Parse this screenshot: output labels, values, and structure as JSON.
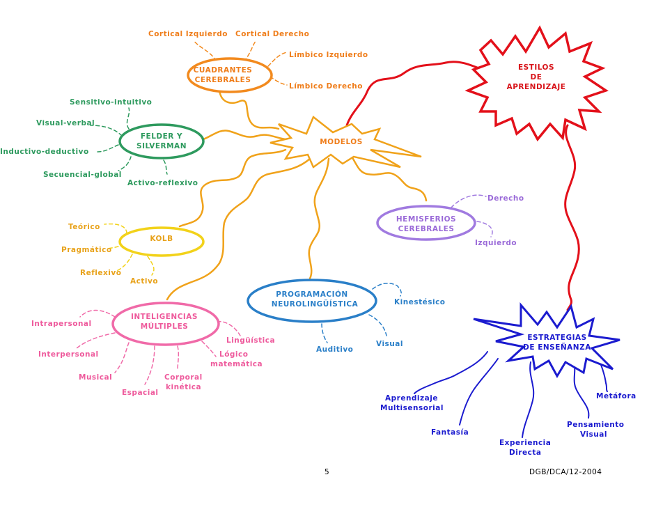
{
  "colors": {
    "orange": "#f28a1e",
    "orange_text": "#ef7d1a",
    "red": "#e3101a",
    "red_text": "#d8141a",
    "green": "#2e9a5e",
    "green_text": "#2e9a5e",
    "yellow": "#f2d21a",
    "yellow_text": "#e8a21a",
    "pink": "#f06aa8",
    "pink_text": "#ee5a9c",
    "blue": "#2a7fc8",
    "blue_text": "#2a7fc8",
    "purple": "#a07ae0",
    "purple_text": "#9a6ad8",
    "navy": "#1b1bcf",
    "navy_text": "#1b1bcf",
    "modelos_line": "#f0a21a"
  },
  "estilos": {
    "line1": "ESTILOS",
    "line2": "DE",
    "line3": "APRENDIZAJE"
  },
  "modelos": {
    "label": "MODELOS"
  },
  "cuadrantes": {
    "line1": "CUADRANTES",
    "line2": "CEREBRALES",
    "items": {
      "cortical_izq": "Cortical Izquierdo",
      "cortical_der": "Cortical Derecho",
      "limbico_izq": "Límbico Izquierdo",
      "limbico_der": "Límbico Derecho"
    }
  },
  "felder": {
    "line1": "FELDER Y",
    "line2": "SILVERMAN",
    "items": {
      "sensitivo": "Sensitivo-intuitivo",
      "visual_verbal": "Visual-verbal",
      "inductivo": "Inductivo-deductivo",
      "secuencial": "Secuencial-global",
      "activo_reflexivo": "Activo-reflexivo"
    }
  },
  "kolb": {
    "label": "KOLB",
    "items": {
      "teorico": "Teórico",
      "pragmatico": "Pragmático",
      "reflexivo": "Reflexivo",
      "activo": "Activo"
    }
  },
  "inteligencias": {
    "line1": "INTELIGENCIAS",
    "line2": "MÚLTIPLES",
    "items": {
      "intrapersonal": "Intrapersonal",
      "interpersonal": "Interpersonal",
      "musical": "Musical",
      "espacial": "Espacial",
      "corporal1": "Corporal",
      "corporal2": "kinética",
      "logico1": "Lógico",
      "logico2": "matemática",
      "linguistica": "Lingüística"
    }
  },
  "pnl": {
    "line1": "PROGRAMACIÓN",
    "line2": "NEUROLINGÜÍSTICA",
    "items": {
      "kinestesico": "Kinestésico",
      "visual": "Visual",
      "auditivo": "Auditivo"
    }
  },
  "hemisferios": {
    "line1": "HEMISFERIOS",
    "line2": "CEREBRALES",
    "items": {
      "derecho": "Derecho",
      "izquierdo": "Izquierdo"
    }
  },
  "estrategias": {
    "line1": "ESTRATEGIAS",
    "line2": "DE ENSEÑANZA",
    "items": {
      "aprendizaje1": "Aprendizaje",
      "aprendizaje2": "Multisensorial",
      "fantasia": "Fantasía",
      "experiencia1": "Experiencia",
      "experiencia2": "Directa",
      "pensamiento1": "Pensamiento",
      "pensamiento2": "Visual",
      "metafora": "Metáfora"
    }
  },
  "footer": {
    "page": "5",
    "code": "DGB/DCA/12-2004"
  }
}
